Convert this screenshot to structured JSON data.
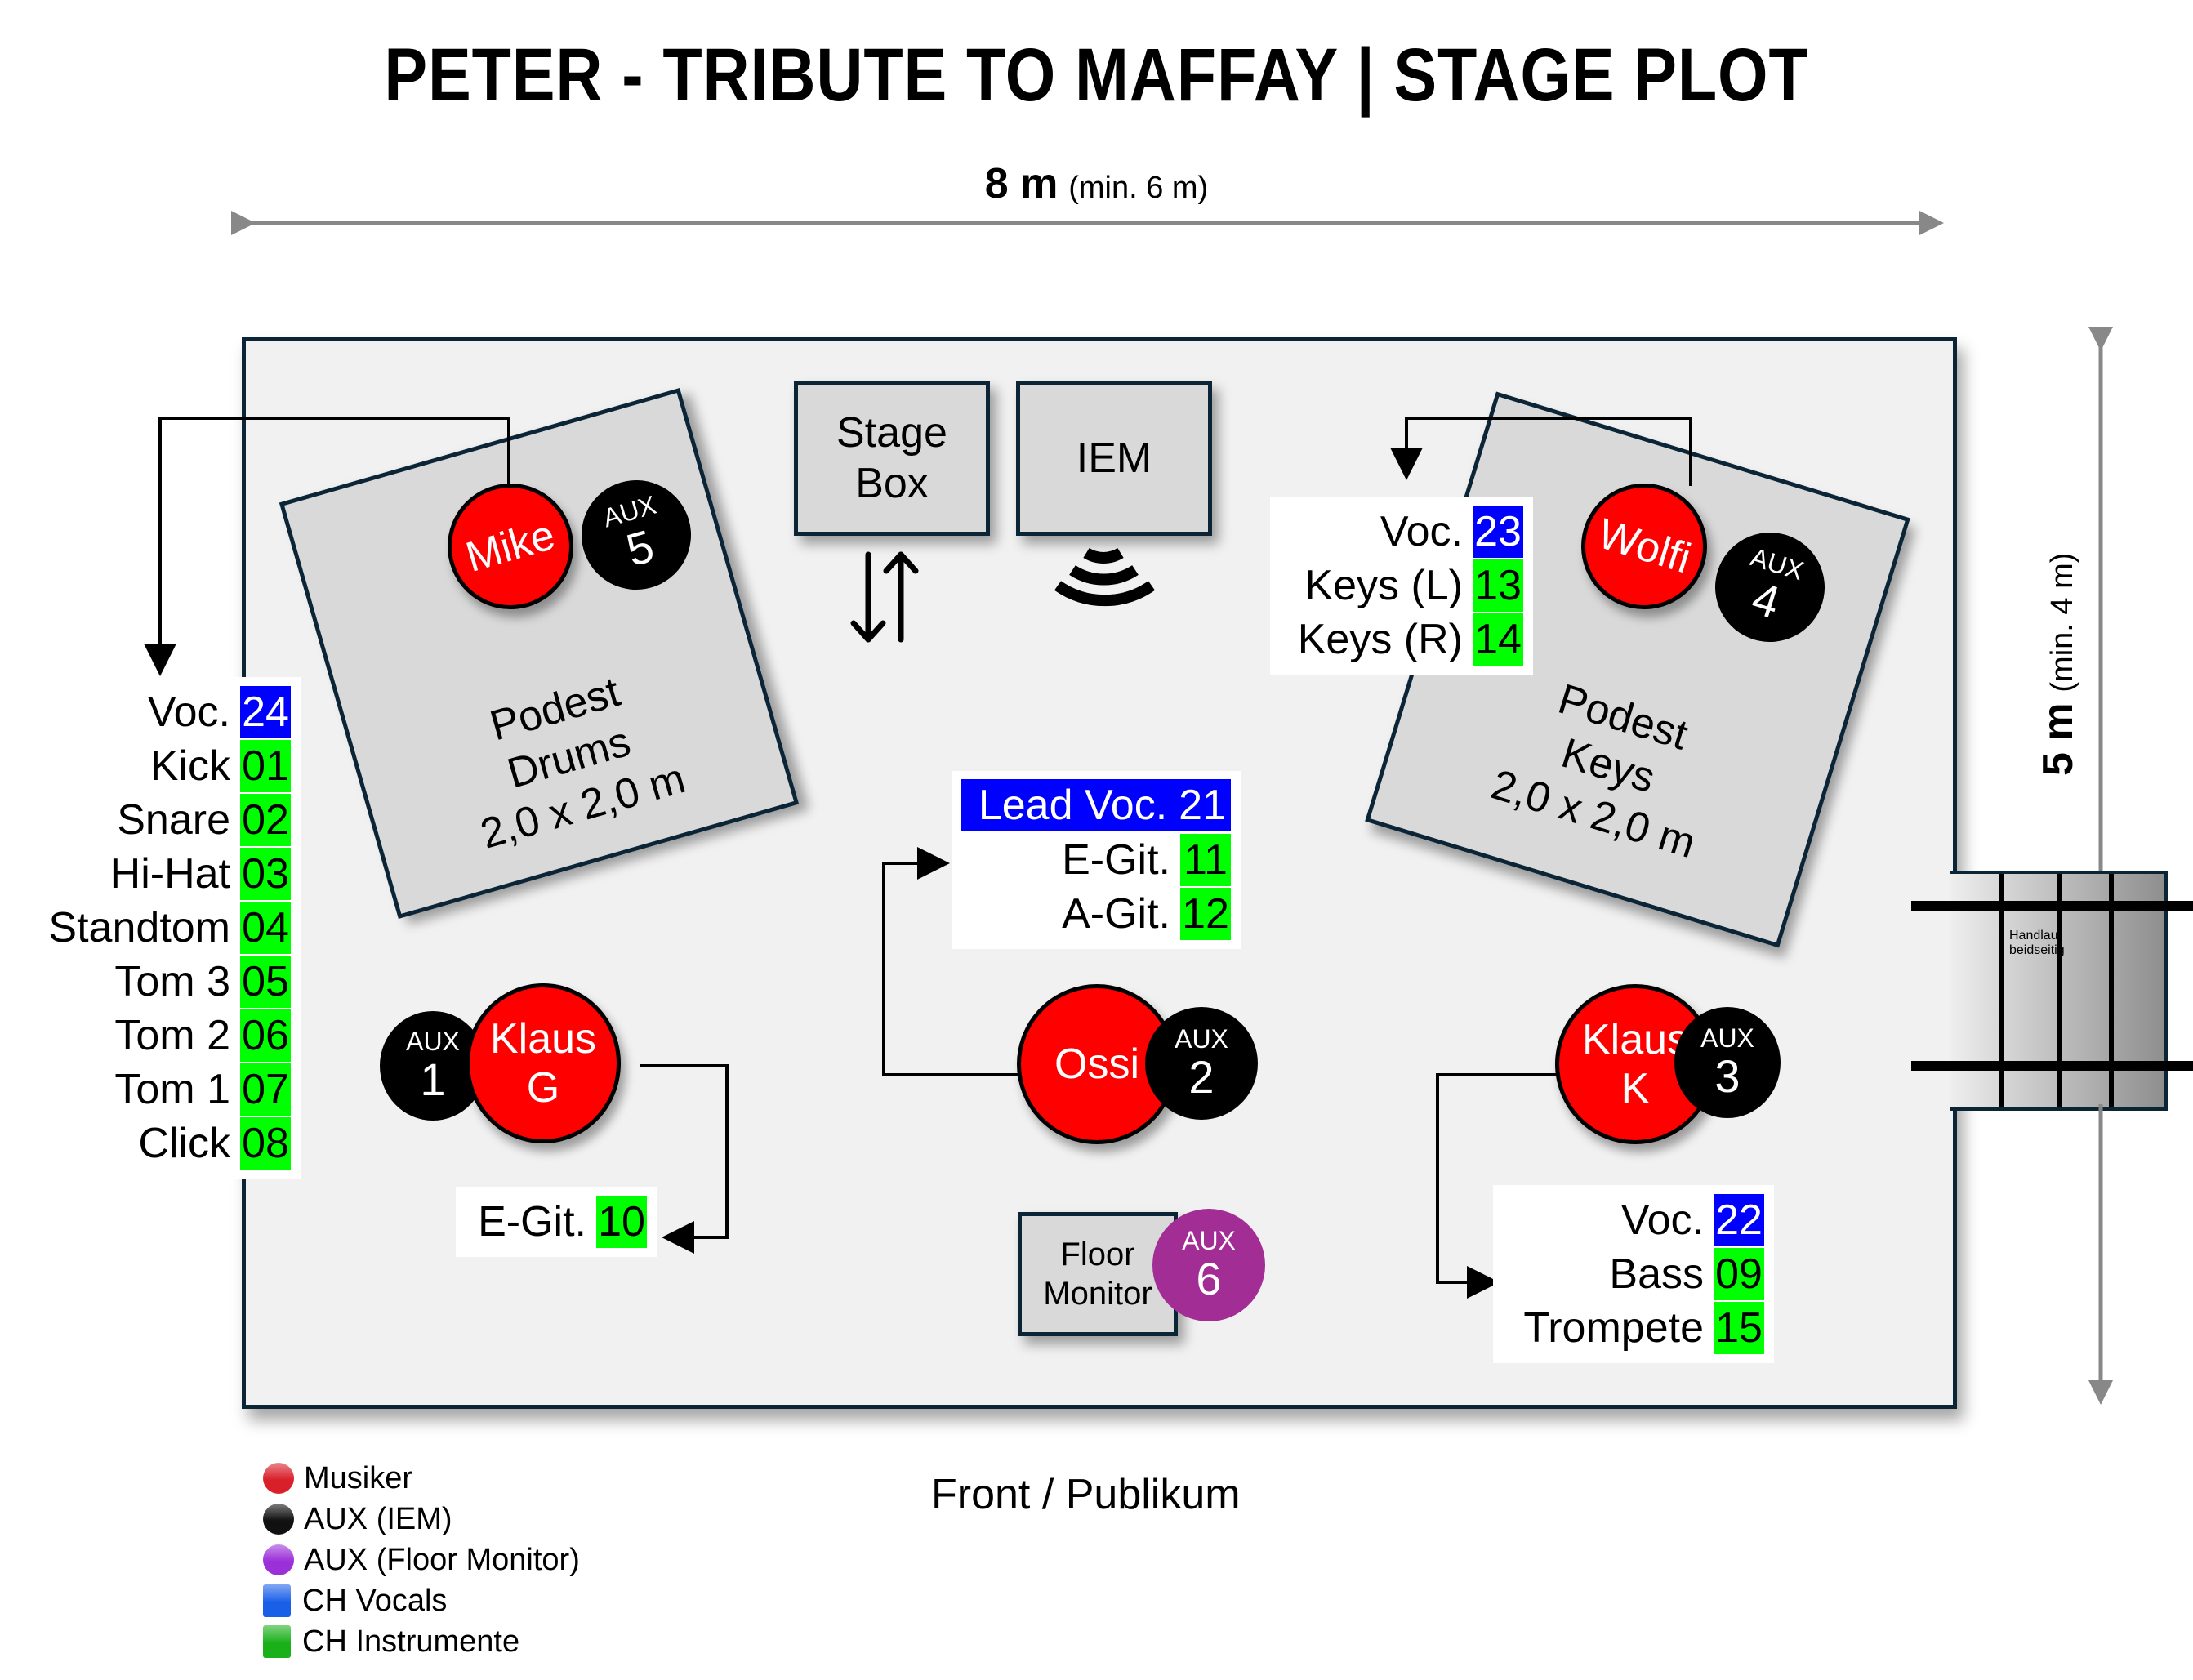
{
  "title": "PETER - TRIBUTE TO MAFFAY | STAGE PLOT",
  "dimensions": {
    "width_value": "8 m",
    "width_min": "(min. 6 m)",
    "height_value": "5 m",
    "height_min": "(min. 4 m)"
  },
  "front_label": "Front / Publikum",
  "equipment": {
    "stage_box": [
      "Stage",
      "Box"
    ],
    "iem": "IEM",
    "floor_monitor": [
      "Floor",
      "Monitor"
    ]
  },
  "podests": {
    "drums": [
      "Podest",
      "Drums",
      "2,0 x 2,0 m"
    ],
    "keys": [
      "Podest",
      "Keys",
      "2,0 x 2,0 m"
    ]
  },
  "handrail": [
    "Handlauf",
    "beidseitig"
  ],
  "aux_label": "AUX",
  "musicians": {
    "mike": {
      "name": "Mike",
      "aux": "5"
    },
    "wolfi": {
      "name": "Wolfi",
      "aux": "4"
    },
    "klaus_g": {
      "name": [
        "Klaus",
        "G"
      ],
      "aux": "1"
    },
    "ossi": {
      "name": "Ossi",
      "aux": "2"
    },
    "klaus_k": {
      "name": [
        "Klaus",
        "K"
      ],
      "aux": "3"
    }
  },
  "floor_aux": "6",
  "channels": {
    "drums": [
      {
        "name": "Voc.",
        "ch": "24",
        "type": "voc"
      },
      {
        "name": "Kick",
        "ch": "01",
        "type": "ins"
      },
      {
        "name": "Snare",
        "ch": "02",
        "type": "ins"
      },
      {
        "name": "Hi-Hat",
        "ch": "03",
        "type": "ins"
      },
      {
        "name": "Standtom",
        "ch": "04",
        "type": "ins"
      },
      {
        "name": "Tom 3",
        "ch": "05",
        "type": "ins"
      },
      {
        "name": "Tom 2",
        "ch": "06",
        "type": "ins"
      },
      {
        "name": "Tom 1",
        "ch": "07",
        "type": "ins"
      },
      {
        "name": "Click",
        "ch": "08",
        "type": "ins"
      }
    ],
    "keys": [
      {
        "name": "Voc.",
        "ch": "23",
        "type": "voc"
      },
      {
        "name": "Keys (L)",
        "ch": "13",
        "type": "ins"
      },
      {
        "name": "Keys (R)",
        "ch": "14",
        "type": "ins"
      }
    ],
    "ossi": [
      {
        "name": "Lead Voc.",
        "ch": "21",
        "type": "voc"
      },
      {
        "name": "E-Git.",
        "ch": "11",
        "type": "ins"
      },
      {
        "name": "A-Git.",
        "ch": "12",
        "type": "ins"
      }
    ],
    "klaus_g": [
      {
        "name": "E-Git.",
        "ch": "10",
        "type": "ins"
      }
    ],
    "klaus_k": [
      {
        "name": "Voc.",
        "ch": "22",
        "type": "voc"
      },
      {
        "name": "Bass",
        "ch": "09",
        "type": "ins"
      },
      {
        "name": "Trompete",
        "ch": "15",
        "type": "ins"
      }
    ]
  },
  "legend": [
    {
      "label": "Musiker",
      "shape": "dot",
      "color": "#d9202a"
    },
    {
      "label": "AUX (IEM)",
      "shape": "dot",
      "color": "#111111"
    },
    {
      "label": "AUX (Floor Monitor)",
      "shape": "dot",
      "color": "#9b30d9"
    },
    {
      "label": "CH Vocals",
      "shape": "square",
      "color": "#1a5fe8"
    },
    {
      "label": "CH Instrumente",
      "shape": "square",
      "color": "#19b019"
    }
  ],
  "colors": {
    "musician": "#ff0000",
    "aux_iem": "#000000",
    "aux_floor": "#a22d94",
    "ch_vocals": "#0000ff",
    "ch_instruments": "#00ff00",
    "stage_bg": "#f1f1f1",
    "podest_bg": "#d9d9d9",
    "border": "#0c2536"
  }
}
